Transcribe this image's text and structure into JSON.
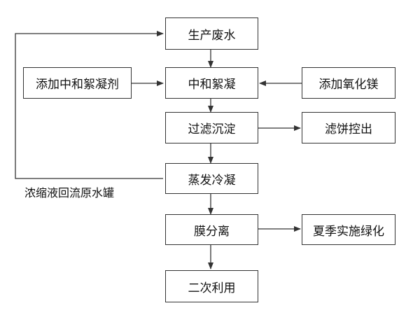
{
  "diagram": {
    "nodes": {
      "wastewater": "生产废水",
      "neutralize": "中和絮凝",
      "filter": "过滤沉淀",
      "evaporate": "蒸发冷凝",
      "membrane": "膜分离",
      "reuse": "二次利用",
      "add_flocculant": "添加中和絮凝剂",
      "add_magnesia": "添加氧化镁",
      "filter_cake": "滤饼控出",
      "greening": "夏季实施绿化"
    },
    "recycle_label": "浓缩液回流原水罐"
  },
  "colors": {
    "stroke": "#333333",
    "text": "#111111",
    "background": "#ffffff"
  }
}
